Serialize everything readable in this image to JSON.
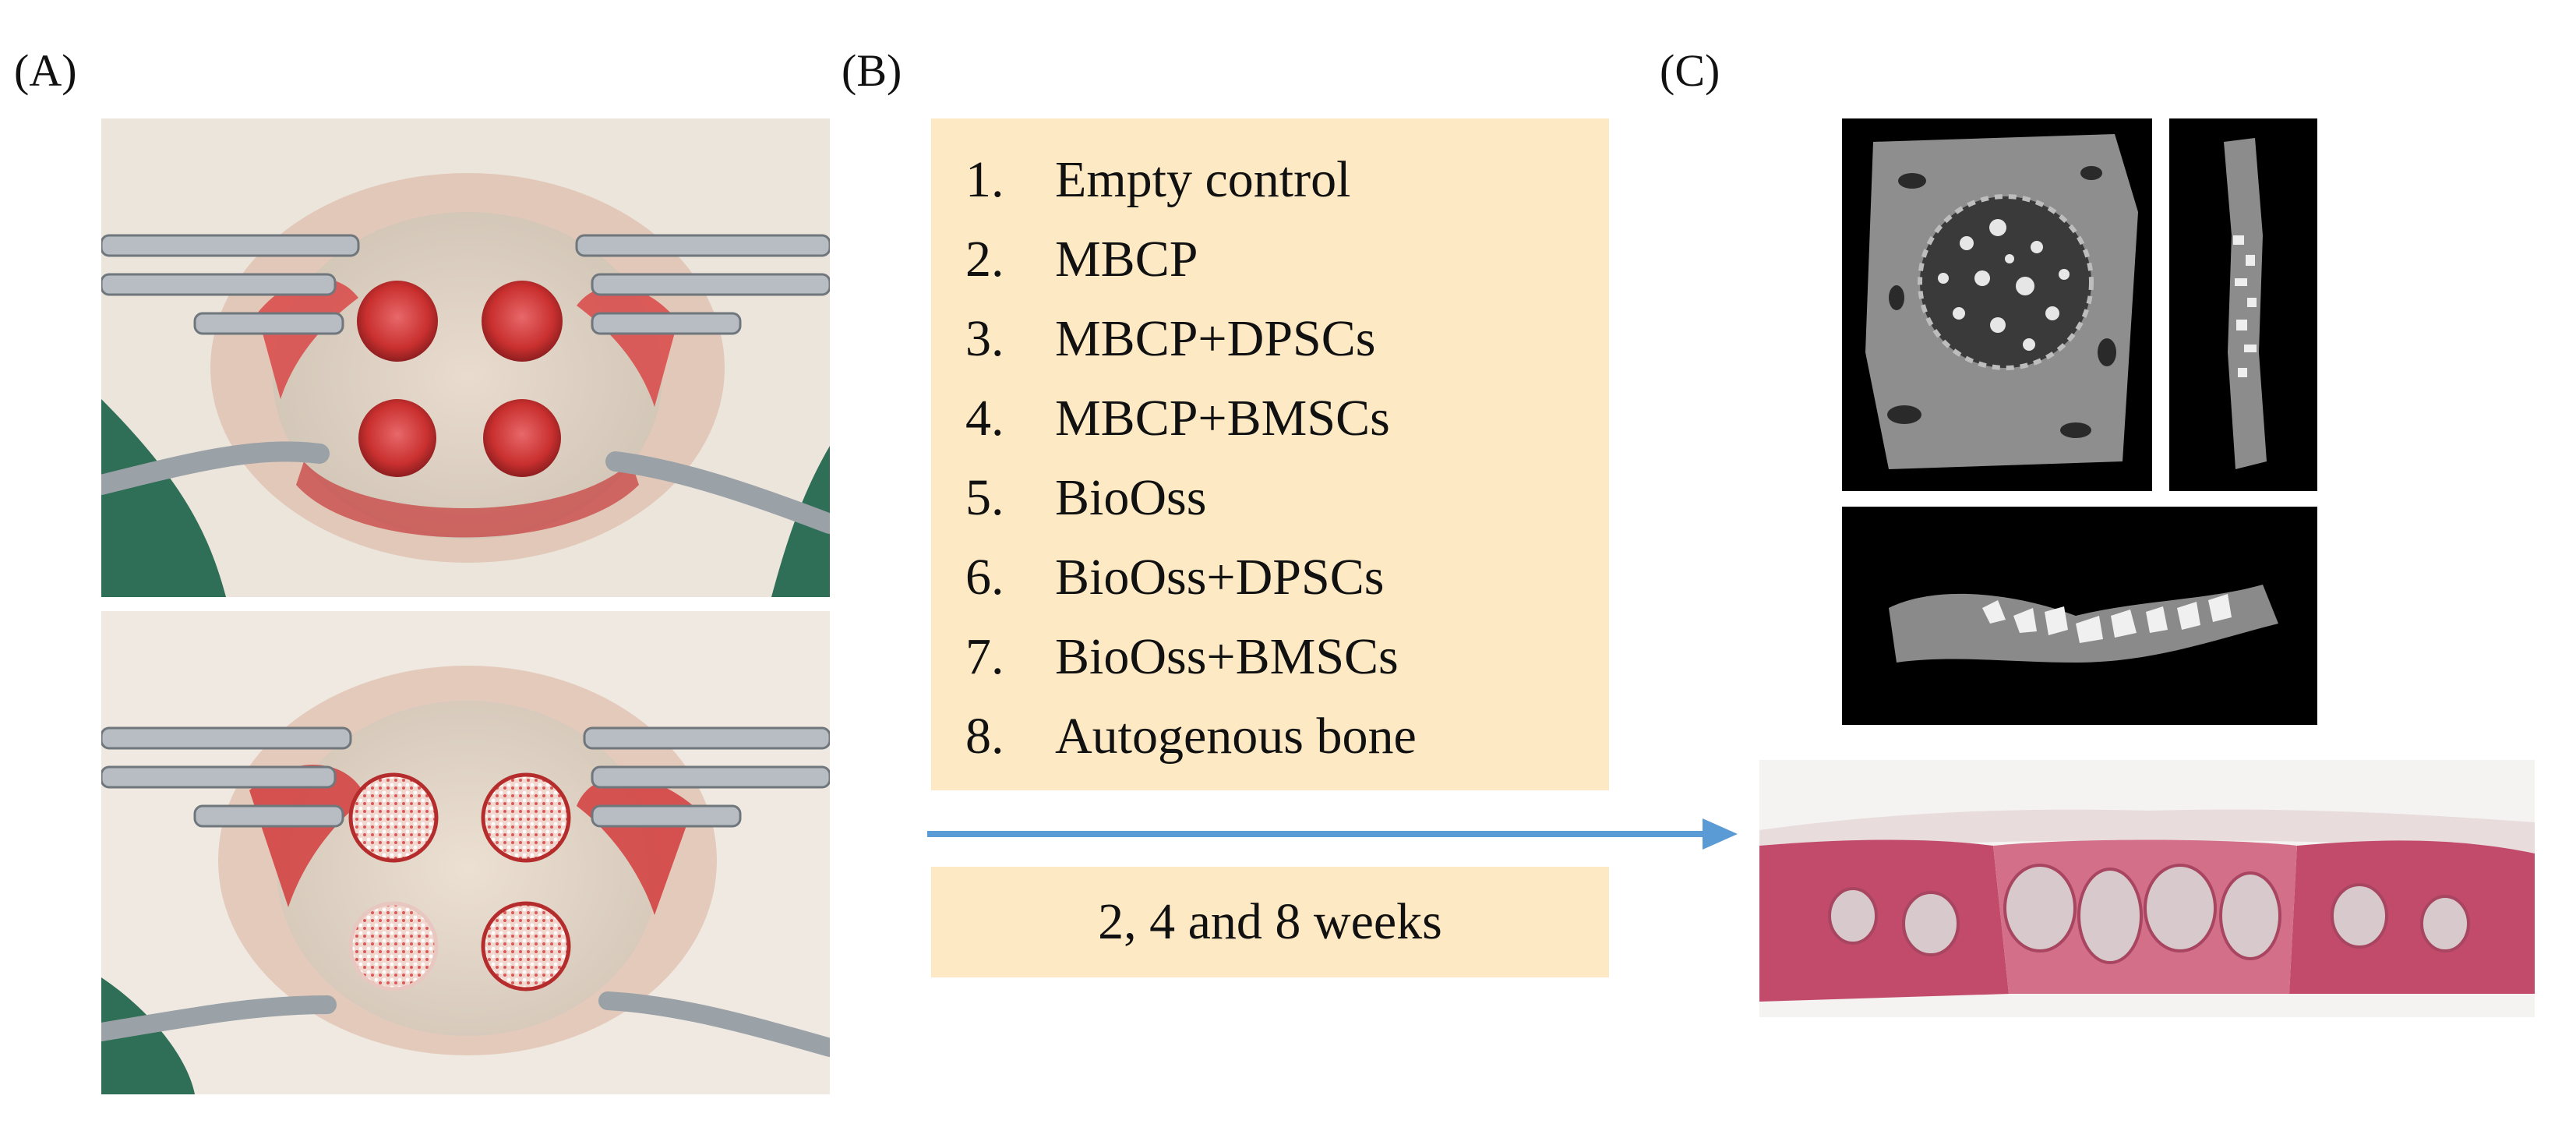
{
  "panels": {
    "a_label": "(A)",
    "b_label": "(B)",
    "c_label": "(C)"
  },
  "groups": [
    {
      "num": "1.",
      "label": "Empty control"
    },
    {
      "num": "2.",
      "label": "MBCP"
    },
    {
      "num": "3.",
      "label": "MBCP+DPSCs"
    },
    {
      "num": "4.",
      "label": "MBCP+BMSCs"
    },
    {
      "num": "5.",
      "label": "BioOss"
    },
    {
      "num": "6.",
      "label": "BioOss+DPSCs"
    },
    {
      "num": "7.",
      "label": "BioOss+BMSCs"
    },
    {
      "num": "8.",
      "label": "Autogenous bone"
    }
  ],
  "timepoints": "2, 4 and 8 weeks",
  "colors": {
    "box_fill": "#fde9c4",
    "arrow": "#5b9bd5",
    "tissue_red": "#c73b3b",
    "histo_pink": "#c24a6a",
    "drape_green": "#2f6e57"
  }
}
